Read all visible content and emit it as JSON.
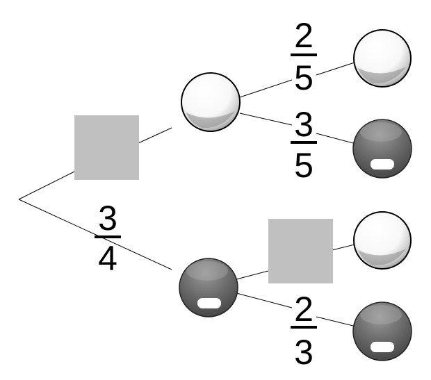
{
  "colors": {
    "background": "#ffffff",
    "branch_line": "#000000",
    "placeholder_box": "#c0c0c0",
    "white_ball": "#ffffff",
    "dark_ball": "#555555"
  },
  "diagram": {
    "type": "probability-tree",
    "first_stage": {
      "top_branch": {
        "probability": "blank",
        "outcome_icon": "white-ball-icon"
      },
      "bottom_branch": {
        "probability": {
          "numerator": "3",
          "denominator": "4"
        },
        "outcome_icon": "dark-ball-icon"
      }
    },
    "second_stage_after_white": {
      "white": {
        "probability": {
          "numerator": "2",
          "denominator": "5"
        },
        "outcome_icon": "white-ball-icon"
      },
      "dark": {
        "probability": {
          "numerator": "3",
          "denominator": "5"
        },
        "outcome_icon": "dark-ball-icon"
      }
    },
    "second_stage_after_dark": {
      "white": {
        "probability": "blank",
        "outcome_icon": "white-ball-icon"
      },
      "dark": {
        "probability": {
          "numerator": "2",
          "denominator": "3"
        },
        "outcome_icon": "dark-ball-icon"
      }
    }
  }
}
